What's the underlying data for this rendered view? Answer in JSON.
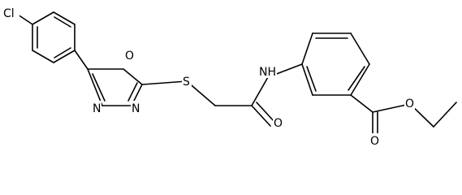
{
  "atoms": {
    "cl": "Cl",
    "o_ring": "O",
    "n_ring_a": "N",
    "n_ring_b": "N",
    "s_thio": "S",
    "nh_amide": "NH",
    "o_amide": "O",
    "o_ester_carbonyl": "O",
    "o_ester_ether": "O"
  },
  "colors": {
    "bond": "#000000",
    "text": "#000000",
    "background": "#ffffff"
  }
}
